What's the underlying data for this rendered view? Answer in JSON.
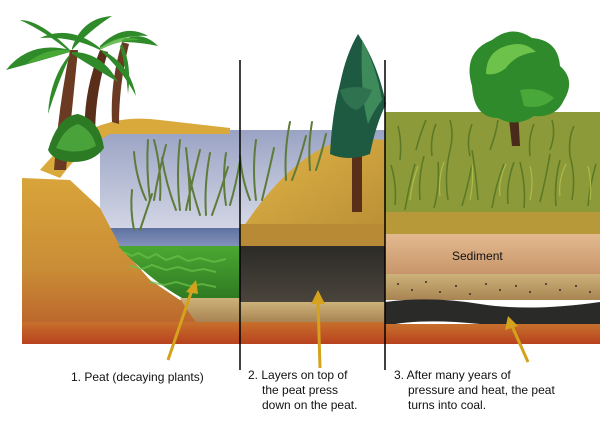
{
  "diagram": {
    "sediment_label": "Sediment",
    "steps": [
      {
        "number": "1.",
        "lines": [
          "1. Peat (decaying plants)"
        ]
      },
      {
        "number": "2.",
        "lines": [
          "2. Layers on top of",
          "the peat press",
          "down on the peat."
        ]
      },
      {
        "number": "3.",
        "lines": [
          "3. After many years of",
          "pressure and heat, the peat",
          "turns into coal."
        ]
      }
    ],
    "colors": {
      "arrow": "#d4a21c",
      "divider": "#000000",
      "peat_green": "#3f9a2a",
      "peat_layer": "#3a3530",
      "coal": "#2a2a28",
      "sediment": "#cfa47c",
      "soil": "#c8902e",
      "bedrock": "#c2502a",
      "water": "#6d7fa6",
      "grass": "#8a9a3a"
    }
  }
}
